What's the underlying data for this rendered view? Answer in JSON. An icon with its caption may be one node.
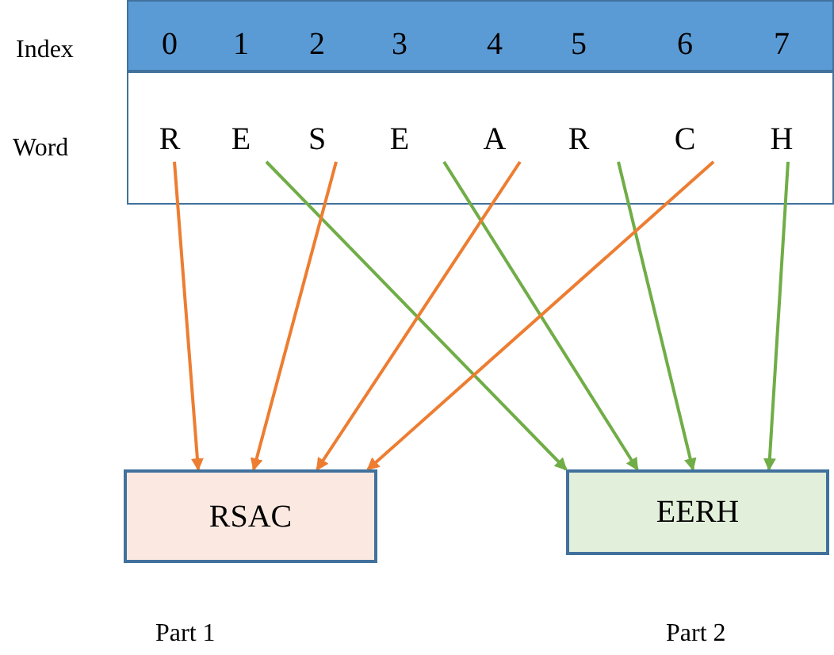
{
  "diagram": {
    "nodes": [
      {
        "text": [
          "R"
        ]
      },
      {
        "text": [
          "E"
        ]
      },
      {
        "text": [
          "S"
        ]
      },
      {
        "text": [
          "E"
        ]
      },
      {
        "text": [
          "A"
        ]
      },
      {
        "text": [
          "R"
        ]
      },
      {
        "text": [
          "C"
        ]
      },
      {
        "text": [
          "H"
        ]
      },
      {
        "text": [
          "RSAC"
        ],
        "beside": [
          "Part 1"
        ]
      },
      {
        "text": [
          "EERH"
        ],
        "beside": [
          "Part 2"
        ]
      }
    ],
    "edges": [
      {
        "from": 0,
        "to": 8,
        "arrow": "to",
        "color": "#ed7d31"
      },
      {
        "from": 1,
        "to": 9,
        "arrow": "to",
        "color": "#70ad47"
      },
      {
        "from": 2,
        "to": 8,
        "arrow": "to",
        "color": "#ed7d31"
      },
      {
        "from": 3,
        "to": 9,
        "arrow": "to",
        "color": "#70ad47"
      },
      {
        "from": 4,
        "to": 8,
        "arrow": "to",
        "color": "#ed7d31"
      },
      {
        "from": 5,
        "to": 9,
        "arrow": "to",
        "color": "#70ad47"
      },
      {
        "from": 6,
        "to": 8,
        "arrow": "to",
        "color": "#ed7d31"
      },
      {
        "from": 7,
        "to": 9,
        "arrow": "to",
        "color": "#70ad47"
      }
    ],
    "labels": [
      "Index",
      "0",
      "1",
      "2",
      "3",
      "4",
      "5",
      "6",
      "7",
      "Word"
    ]
  }
}
